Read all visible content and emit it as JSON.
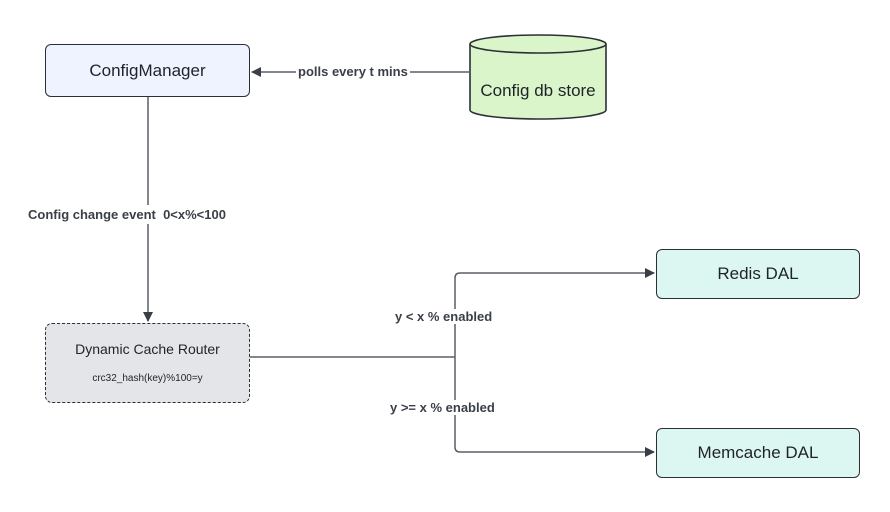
{
  "nodes": {
    "config_manager": "ConfigManager",
    "config_db": "Config db store",
    "router_title": "Dynamic Cache Router",
    "router_sub": "crc32_hash(key)%100=y",
    "redis": "Redis DAL",
    "memcache": "Memcache DAL"
  },
  "edges": {
    "poll": "polls every t mins",
    "change_event": "Config change event  0<x%<100",
    "redis_cond": "y < x % enabled",
    "memcache_cond": "y >= x % enabled"
  },
  "colors": {
    "config_manager_fill": "#eef3ff",
    "db_fill": "#d9f5c9",
    "router_fill": "#e4e5e8",
    "dal_fill": "#dcf6f2",
    "stroke": "#2b2f36",
    "edge": "#5a5f66"
  }
}
